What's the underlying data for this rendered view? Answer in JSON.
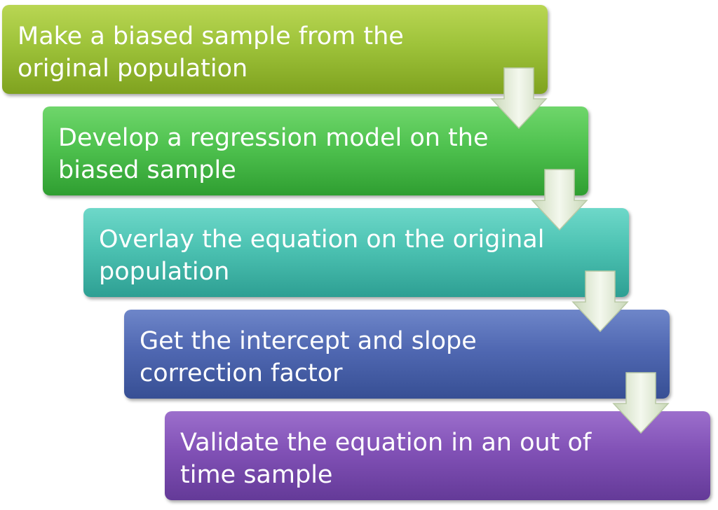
{
  "steps": [
    {
      "text": "Make a biased sample from the original population"
    },
    {
      "text": "Develop a regression model on the biased sample"
    },
    {
      "text": "Overlay the equation on the original population"
    },
    {
      "text": "Get the intercept and slope correction factor"
    },
    {
      "text": "Validate the equation in an out of time sample"
    }
  ],
  "colors": {
    "step_1": "#9ec33a",
    "step_2": "#4fc24f",
    "step_3": "#4cc2b2",
    "step_4": "#5068b2",
    "step_5": "#8151b6",
    "arrow": "#dfe9d2"
  }
}
